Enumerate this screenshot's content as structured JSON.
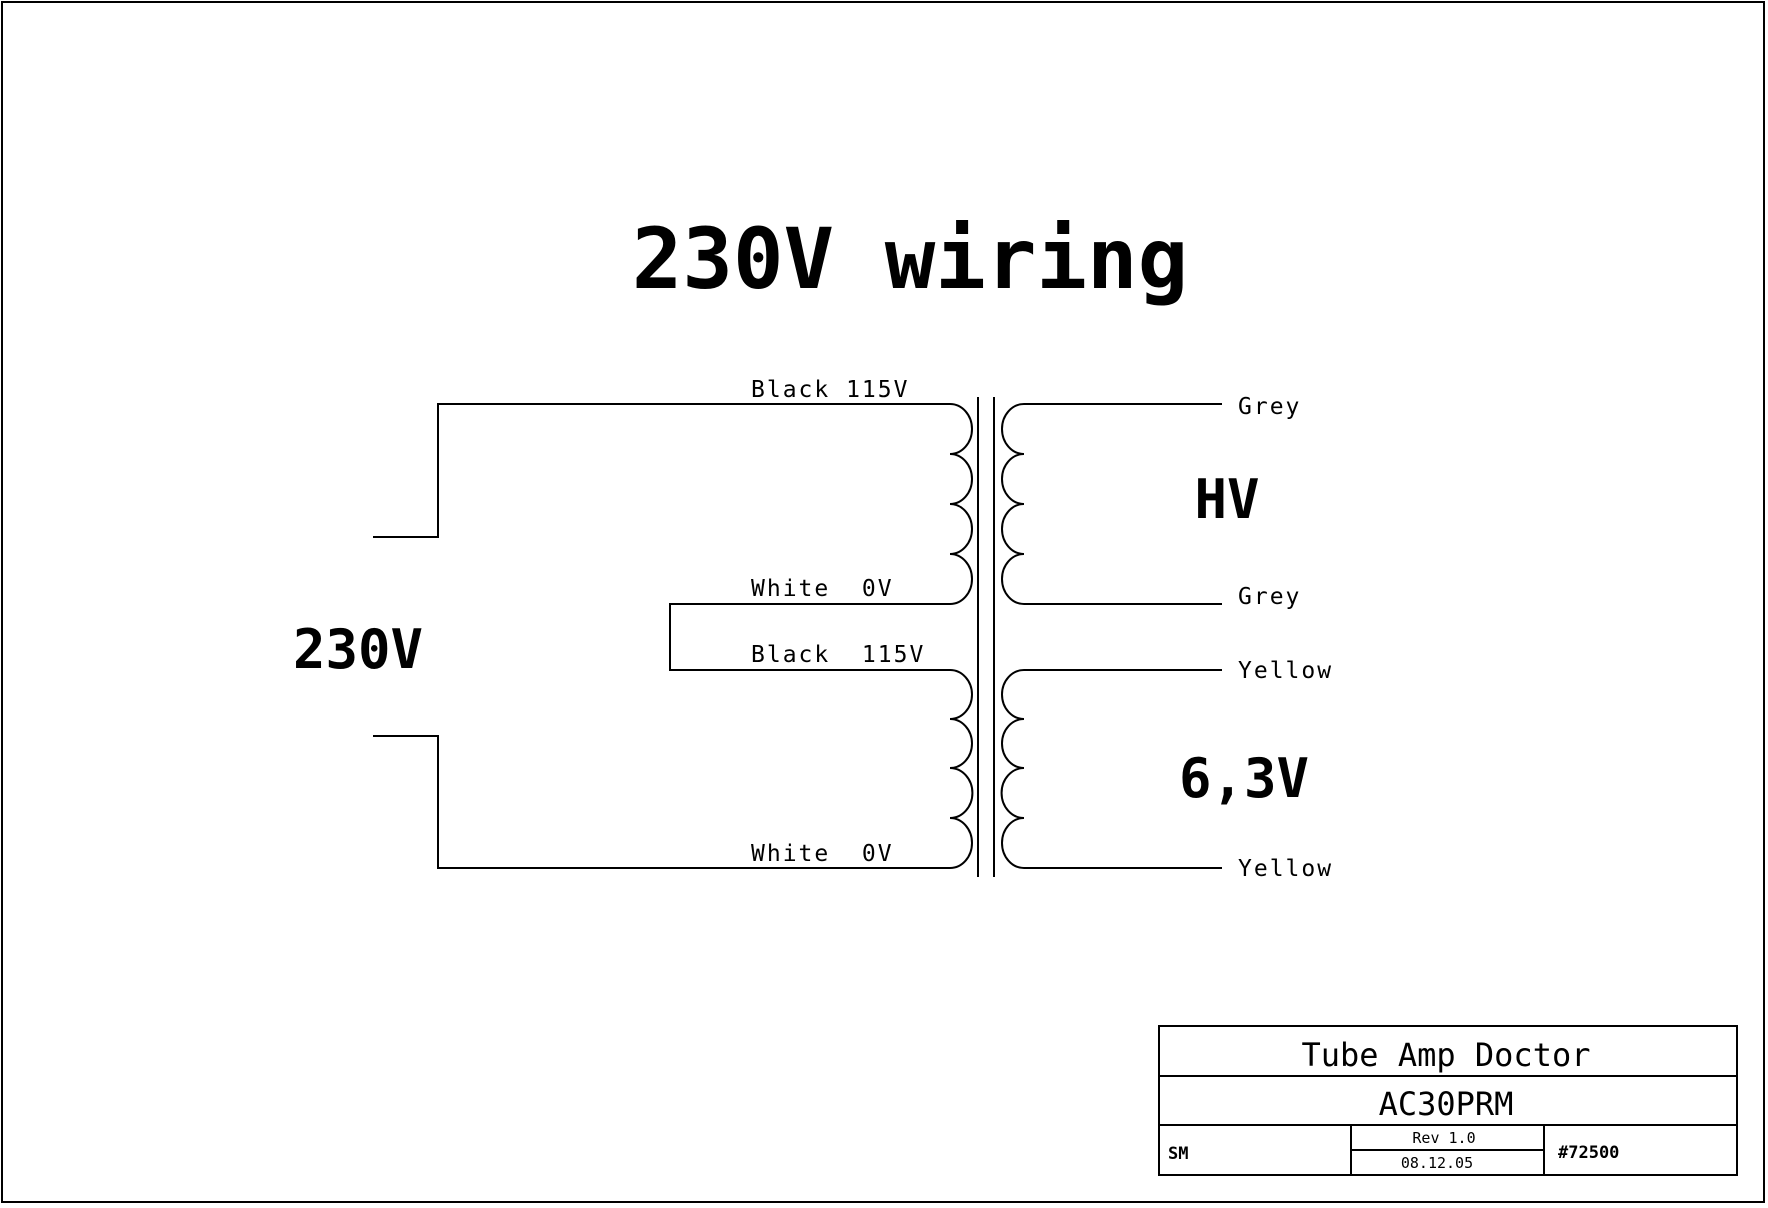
{
  "title": "230V wiring",
  "input_voltage": "230V",
  "primary": {
    "top_winding": {
      "start_label": "Black 115V",
      "end_label": "White  0V"
    },
    "bottom_winding": {
      "start_label": "Black  115V",
      "end_label": "White  0V"
    }
  },
  "secondary": {
    "hv": {
      "label": "HV",
      "top_wire": "Grey",
      "bottom_wire": "Grey"
    },
    "heater": {
      "label": "6,3V",
      "top_wire": "Yellow",
      "bottom_wire": "Yellow"
    }
  },
  "title_block": {
    "company": "Tube Amp Doctor",
    "part": "AC30PRM",
    "drawn_by": "SM",
    "revision": "Rev 1.0",
    "date": "08.12.05",
    "number": "#72500"
  }
}
